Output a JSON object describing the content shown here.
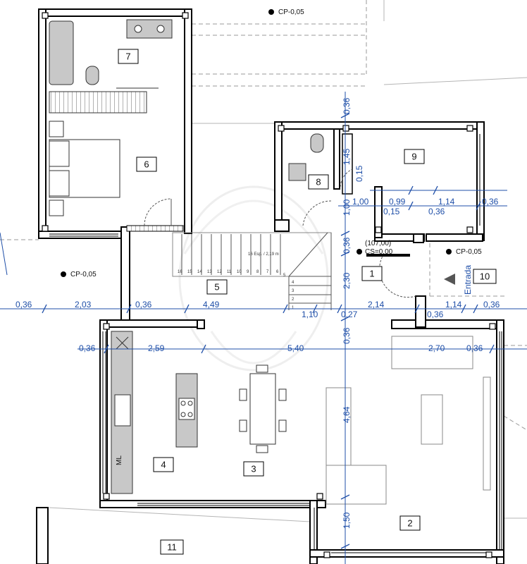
{
  "rooms": {
    "r1": "1",
    "r2": "2",
    "r3": "3",
    "r4": "4",
    "r5": "5",
    "r6": "6",
    "r7": "7",
    "r8": "8",
    "r9": "9",
    "r10": "10",
    "r11": "11"
  },
  "levels": {
    "top": "CP-0,05",
    "left": "CP-0,05",
    "right": "CP-0,05",
    "entry_coord": "(107,00)",
    "entry_cs": "CS=0,00"
  },
  "labels": {
    "entrada": "Entrada",
    "stair_info": "16 Esp. / 2,19 m",
    "ml": "ML"
  },
  "stair_numbers": [
    "16",
    "15",
    "14",
    "13",
    "12",
    "11",
    "10",
    "9",
    "8",
    "7",
    "6",
    "5",
    "4",
    "3",
    "2",
    "1"
  ],
  "dims": {
    "row1": [
      "0,36",
      "2,03",
      "0,36",
      "4,49",
      "1,10",
      "0,27",
      "2,14",
      "0,36",
      "1,14",
      "0,36"
    ],
    "row2": [
      "0,36",
      "2,59",
      "5,40",
      "2,70",
      "0,36"
    ],
    "upper": [
      "1,00",
      "0,99",
      "1,14",
      "0,36",
      "0,15",
      "0,36"
    ],
    "vertical": [
      "0,36",
      "1,45",
      "0,15",
      "1,00",
      "0,36",
      "2,30",
      "0,36",
      "4,64",
      "1,50"
    ]
  },
  "colors": {
    "wall": "#000000",
    "dimension": "#1f4fa8",
    "fixture": "#c8c8c8",
    "watermark": "#d9d9d9"
  }
}
